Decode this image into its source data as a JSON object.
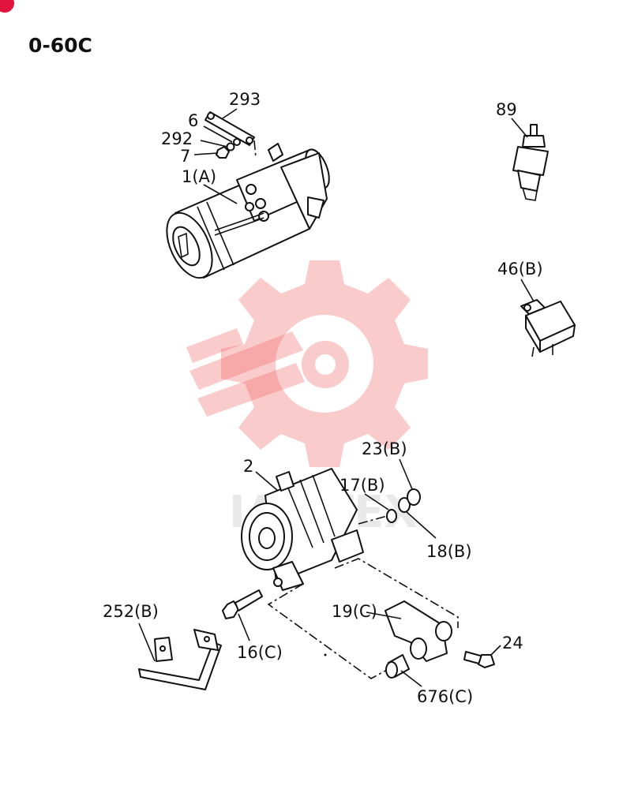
{
  "page": {
    "code": "0-60C"
  },
  "callouts": [
    {
      "id": "293",
      "text": "293"
    },
    {
      "id": "6",
      "text": "6"
    },
    {
      "id": "292",
      "text": "292"
    },
    {
      "id": "7",
      "text": "7"
    },
    {
      "id": "1A",
      "text": "1(A)"
    },
    {
      "id": "89",
      "text": "89"
    },
    {
      "id": "46B",
      "text": "46(B)"
    },
    {
      "id": "23B",
      "text": "23(B)"
    },
    {
      "id": "2",
      "text": "2"
    },
    {
      "id": "17B",
      "text": "17(B)"
    },
    {
      "id": "18B",
      "text": "18(B)"
    },
    {
      "id": "252B",
      "text": "252(B)"
    },
    {
      "id": "16C",
      "text": "16(C)"
    },
    {
      "id": "19C",
      "text": "19(C)"
    },
    {
      "id": "24",
      "text": "24"
    },
    {
      "id": "676C",
      "text": "676(C)"
    }
  ],
  "colors": {
    "watermark": "#f26b6b",
    "line": "#111111",
    "corner_badge": "#e0143c"
  }
}
